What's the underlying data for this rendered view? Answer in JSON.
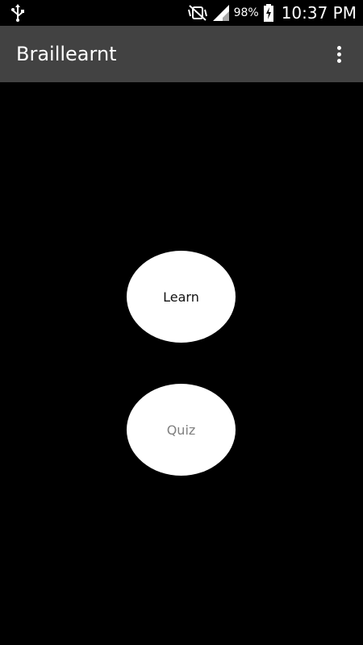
{
  "status_bar": {
    "usb_icon": "usb-icon",
    "mute_icon": "vibrate-mute-icon",
    "signal_icon": "signal-icon",
    "battery_percent": "98%",
    "battery_icon": "battery-charging-icon",
    "time": "10:37 PM"
  },
  "app_bar": {
    "title": "Braillearnt",
    "menu_icon": "overflow-menu-icon"
  },
  "main": {
    "learn_label": "Learn",
    "quiz_label": "Quiz"
  },
  "colors": {
    "app_bar_bg": "#424242",
    "background": "#000000",
    "button_bg": "#ffffff",
    "learn_text": "#111111",
    "quiz_text": "#808080"
  }
}
